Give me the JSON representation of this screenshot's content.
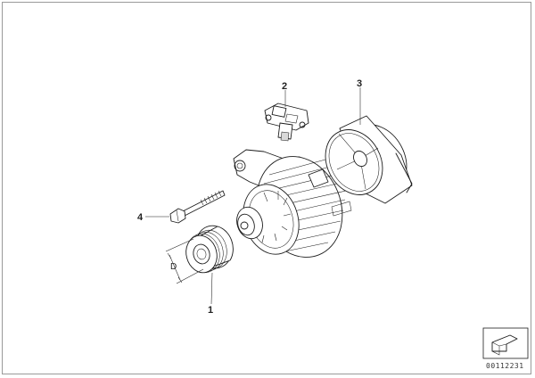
{
  "callouts": {
    "pulley": "1",
    "regulator": "2",
    "cover": "3",
    "bolt": "4"
  },
  "dimension": {
    "label": "D"
  },
  "reference_number": "00112231",
  "colors": {
    "line": "#1c1c1c",
    "frame": "#9a9a9a",
    "background": "#ffffff"
  }
}
